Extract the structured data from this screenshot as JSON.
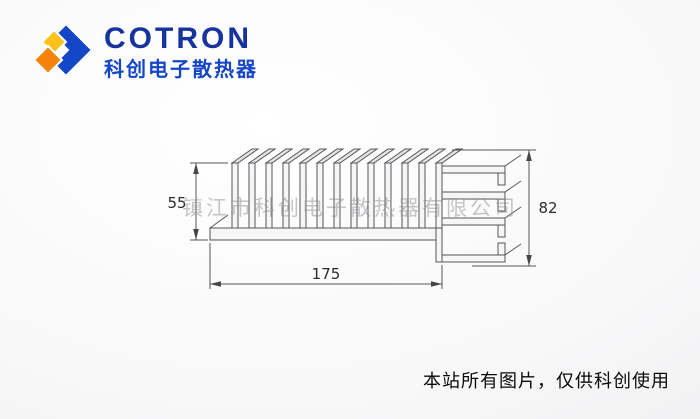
{
  "logo": {
    "brand": "COTRON",
    "subtitle": "科创电子散热器",
    "icon": "cotron-k-mark"
  },
  "watermark": "镇江市科创电子散热器有限公司",
  "footer": {
    "notice": "本站所有图片，仅供科创使用"
  },
  "drawing": {
    "description": "extruded-aluminum-heatsink-cross-section",
    "fin_count": 13,
    "dimensions": {
      "left_height": "55",
      "bottom_width": "175",
      "right_height": "82"
    }
  },
  "colors": {
    "brand_blue": "#16339e",
    "brand_orange": "#f5820b",
    "brand_yellow": "#ffc21c",
    "line": "#55555a",
    "watermark_gray": "#8f8f92"
  }
}
